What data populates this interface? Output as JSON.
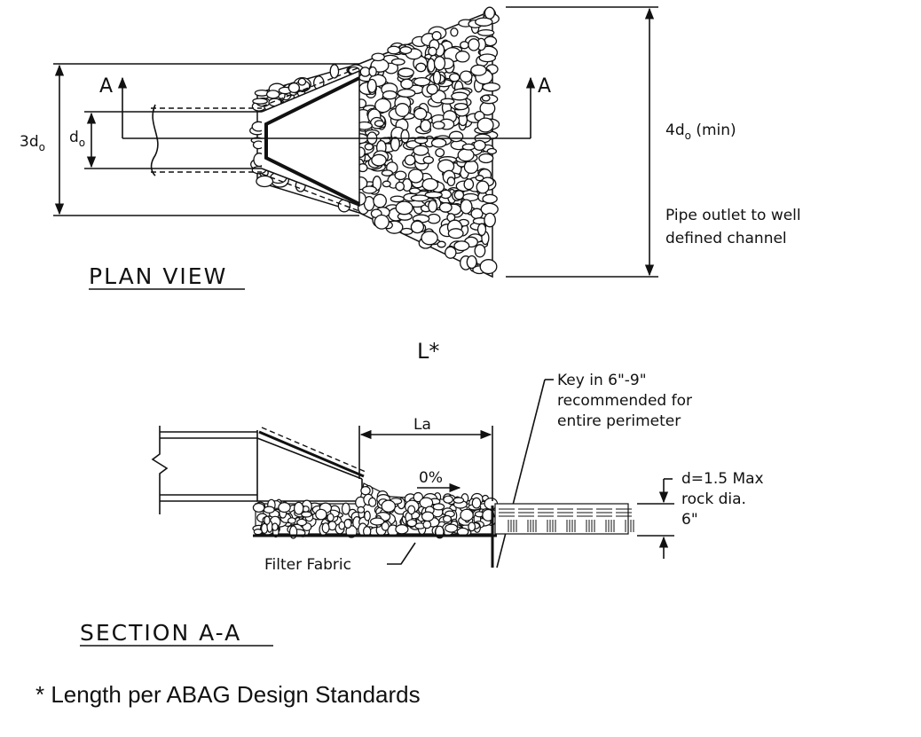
{
  "plan": {
    "title": "PLAN VIEW",
    "section_marker": "A",
    "dim_pipe_label": "3d",
    "dim_pipe_sub": "o",
    "dim_do_label": "d",
    "dim_do_sub": "o",
    "dim_width_label": "4d",
    "dim_width_sub": "o",
    "dim_width_suffix": " (min)",
    "outlet_note_line1": "Pipe outlet to well",
    "outlet_note_line2": "defined channel"
  },
  "section": {
    "title": "SECTION A-A",
    "length_label": "L*",
    "la_label": "La",
    "slope_label": "0%",
    "key_note_line1": "Key in 6\"-9\"",
    "key_note_line2": "recommended for",
    "key_note_line3": "entire perimeter",
    "depth_note_line1": "d=1.5 Max",
    "depth_note_line2": "rock dia.",
    "depth_note_line3": "6\"",
    "fabric_label": "Filter Fabric"
  },
  "footnote": "* Length per ABAG Design Standards"
}
